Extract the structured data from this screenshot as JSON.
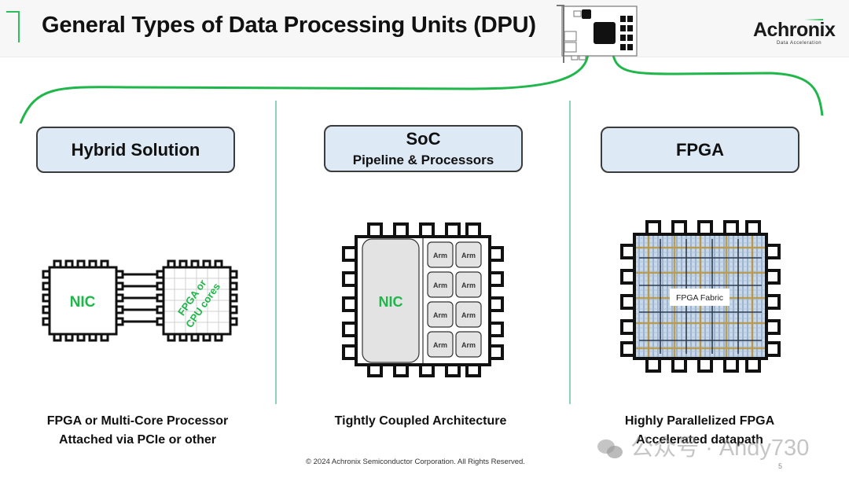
{
  "header": {
    "title": "General Types of Data Processing Units (DPU)",
    "logo": {
      "name": "Achronix",
      "tagline": "Data Acceleration"
    }
  },
  "columns": [
    {
      "label": "Hybrid Solution",
      "diagram": {
        "chip_left_label": "NIC",
        "chip_right_label_line1": "FPGA or",
        "chip_right_label_line2": "CPU cores",
        "link_count": 5
      },
      "caption_line1": "FPGA or Multi-Core Processor",
      "caption_line2": "Attached via PCIe or other"
    },
    {
      "label": "SoC",
      "sublabel": "Pipeline & Processors",
      "diagram": {
        "nic_label": "NIC",
        "core_label": "Arm",
        "core_count": 8
      },
      "caption_line1": "Tightly Coupled Architecture"
    },
    {
      "label": "FPGA",
      "diagram": {
        "fabric_label": "FPGA Fabric"
      },
      "caption_line1": "Highly Parallelized FPGA",
      "caption_line2": "Accelerated datapath"
    }
  ],
  "footer": {
    "copyright": "© 2024 Achronix Semiconductor Corporation. All Rights Reserved.",
    "page_number": "5"
  },
  "watermark": "公众号 · Andy730",
  "colors": {
    "accent_green": "#2dbd5a",
    "box_fill": "#dde9f5",
    "divider": "#8fd0b8",
    "soc_block": "#e3e3e3"
  }
}
